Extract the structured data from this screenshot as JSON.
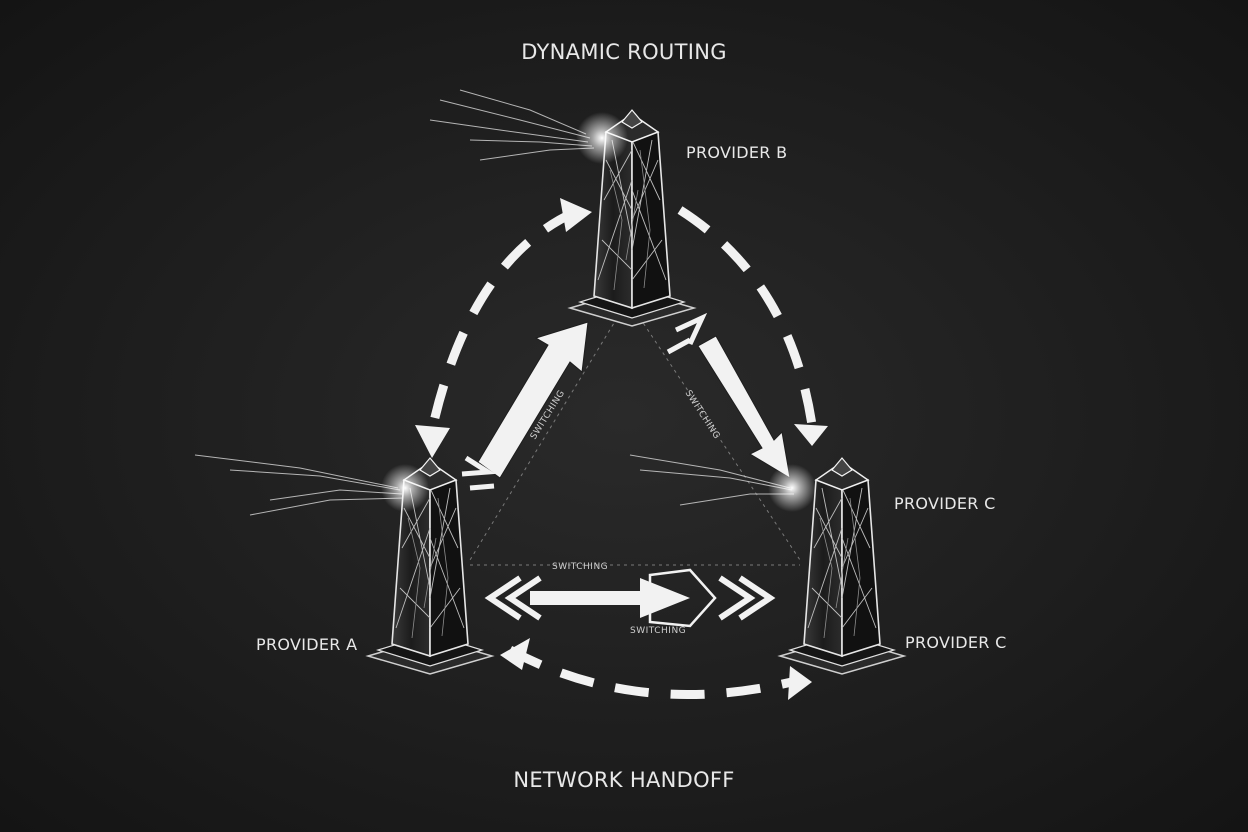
{
  "diagram": {
    "title": "DYNAMIC ROUTING",
    "caption": "NETWORK HANDOFF",
    "nodes": {
      "provider_a": "PROVIDER A",
      "provider_b": "PROVIDER B",
      "provider_c_top": "PROVIDER C",
      "provider_c_bottom": "PROVIDER C"
    },
    "link_labels": {
      "left_diag": "SWITCHING",
      "right_diag": "SWITCHING",
      "bottom_top": "SWITCHING",
      "bottom_below": "SWITCHING"
    },
    "colors": {
      "background": "#1e1e1e",
      "stroke": "#f2f2f2",
      "dim": "#8a8a8a"
    }
  }
}
